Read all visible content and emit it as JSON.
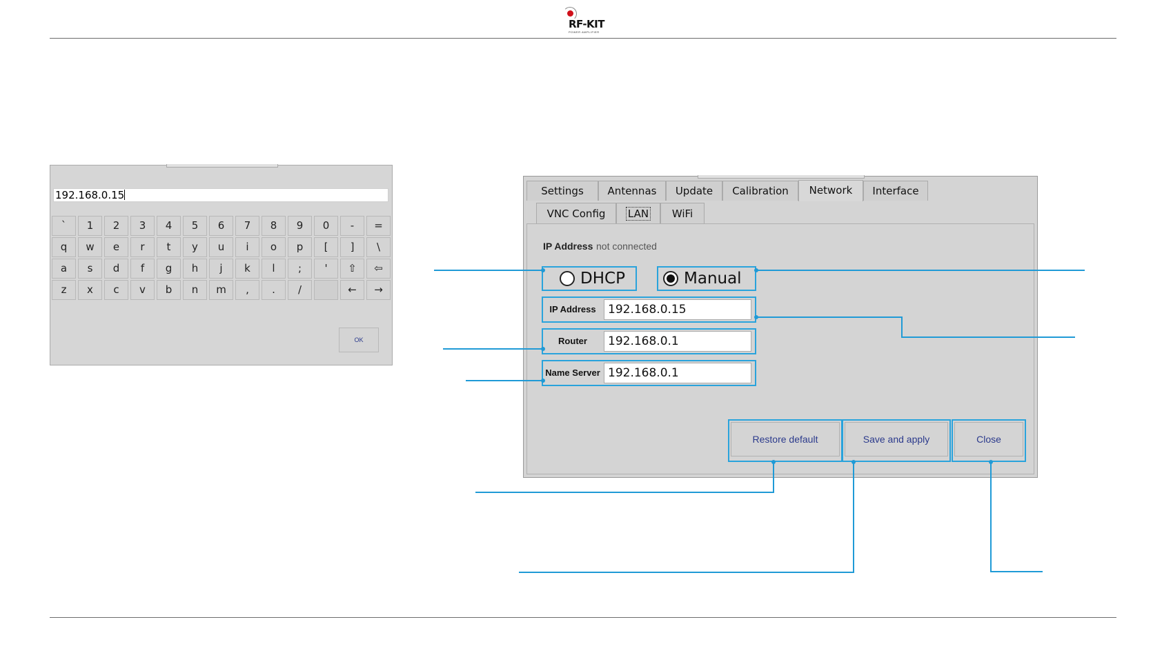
{
  "logo": {
    "brand": "RF-KIT",
    "tagline": "POWER AMPLIFIER"
  },
  "keyboard": {
    "input_value": "192.168.0.15",
    "rows": [
      [
        "`",
        "1",
        "2",
        "3",
        "4",
        "5",
        "6",
        "7",
        "8",
        "9",
        "0",
        "-",
        "="
      ],
      [
        "q",
        "w",
        "e",
        "r",
        "t",
        "y",
        "u",
        "i",
        "o",
        "p",
        "[",
        "]",
        "\\"
      ],
      [
        "a",
        "s",
        "d",
        "f",
        "g",
        "h",
        "j",
        "k",
        "l",
        ";",
        "'",
        "⇧",
        "⇦"
      ],
      [
        "z",
        "x",
        "c",
        "v",
        "b",
        "n",
        "m",
        ",",
        ".",
        "/",
        "",
        "←",
        "→"
      ]
    ],
    "ok_label": "OK"
  },
  "network_panel": {
    "tabs": [
      "Settings",
      "Antennas",
      "Update",
      "Calibration",
      "Network",
      "Interface"
    ],
    "active_tab": "Network",
    "subtabs": [
      "VNC Config",
      "LAN",
      "WiFi"
    ],
    "active_subtab": "LAN",
    "status_label": "IP Address",
    "status_value": "not connected",
    "dhcp_label": "DHCP",
    "manual_label": "Manual",
    "mode_selected": "Manual",
    "ip_label": "IP Address",
    "ip_value": "192.168.0.15",
    "router_label": "Router",
    "router_value": "192.168.0.1",
    "nameserver_label": "Name Server",
    "nameserver_value": "192.168.0.1",
    "restore_label": "Restore default",
    "save_label": "Save and apply",
    "close_label": "Close"
  },
  "colors": {
    "highlight": "#29a3dc",
    "button_text": "#2b3a8c",
    "panel_bg": "#d4d4d4",
    "logo_red": "#d0101a"
  }
}
